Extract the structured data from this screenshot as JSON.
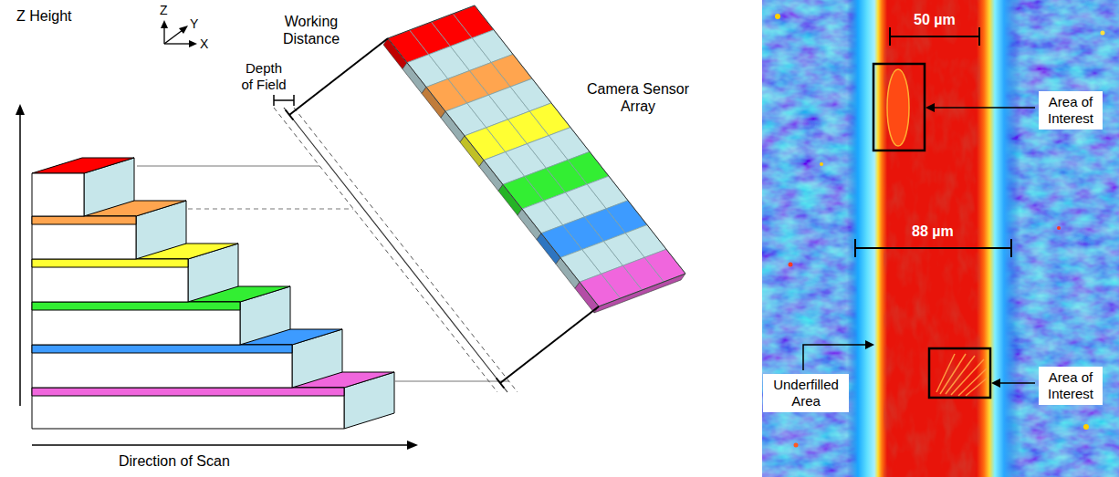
{
  "diagram": {
    "labels": [
      "Z Height",
      "Z",
      "Y",
      "X",
      "Working Distance",
      "Depth of Field",
      "Camera Sensor Array",
      "Direction of Scan",
      "50 µm",
      "Area of Interest",
      "88 µm",
      "Underfilled Area",
      "Area of Interest"
    ]
  }
}
